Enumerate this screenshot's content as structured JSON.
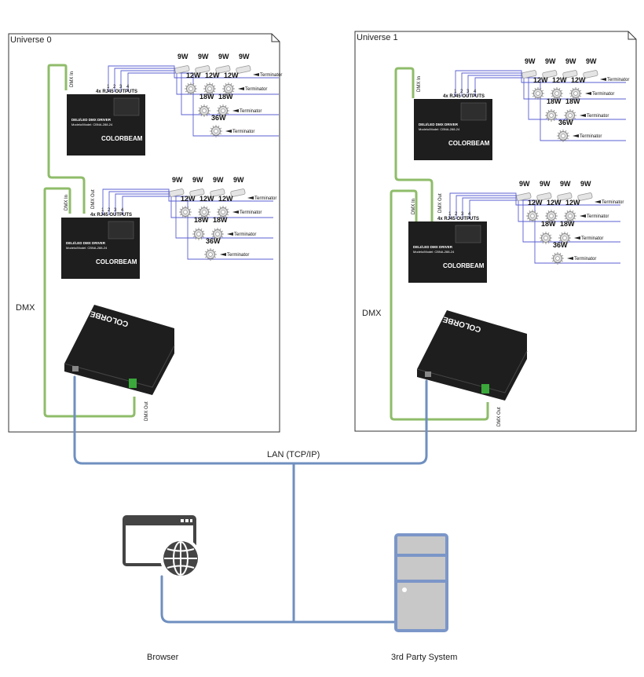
{
  "universes": [
    {
      "title": "Universe 0",
      "dmx_label": "DMX",
      "drivers": [
        {
          "dmx_in_label": "DMX In",
          "dmx_out_label": "",
          "outputs_label": "4x RJ45 OUTPUTS",
          "port_numbers": [
            "1",
            "2",
            "3",
            "4"
          ],
          "brand": "COLORBEAM",
          "model_title": "DELI/LED DMX DRIVER",
          "model_sub": "Modelo/Model: CBNA-288-24",
          "rows": [
            {
              "wattage": [
                "9W",
                "9W",
                "9W",
                "9W"
              ],
              "terminator": "Terminator"
            },
            {
              "wattage": [
                "12W",
                "12W",
                "12W"
              ],
              "terminator": "Terminator"
            },
            {
              "wattage": [
                "18W",
                "18W"
              ],
              "terminator": "Terminator"
            },
            {
              "wattage": [
                "36W"
              ],
              "terminator": "Terminator"
            }
          ]
        },
        {
          "dmx_in_label": "DMX In",
          "dmx_out_label": "DMX Out",
          "outputs_label": "4x RJ45 OUTPUTS",
          "port_numbers": [
            "1",
            "2",
            "3",
            "4"
          ],
          "brand": "COLORBEAM",
          "model_title": "DELI/LED DMX DRIVER",
          "model_sub": "Modelo/Model: CBNA-288-24",
          "rows": [
            {
              "wattage": [
                "9W",
                "9W",
                "9W",
                "9W"
              ],
              "terminator": "Terminator"
            },
            {
              "wattage": [
                "12W",
                "12W",
                "12W"
              ],
              "terminator": "Terminator"
            },
            {
              "wattage": [
                "18W",
                "18W"
              ],
              "terminator": "Terminator"
            },
            {
              "wattage": [
                "36W"
              ],
              "terminator": "Terminator"
            }
          ]
        }
      ],
      "processor": {
        "brand": "COLORBEAM",
        "dmx_out_label": "DMX Out"
      }
    },
    {
      "title": "Universe 1",
      "dmx_label": "DMX",
      "drivers": [
        {
          "dmx_in_label": "DMX In",
          "dmx_out_label": "",
          "outputs_label": "4x RJ45 OUTPUTS",
          "port_numbers": [
            "1",
            "2",
            "3",
            "4"
          ],
          "brand": "COLORBEAM",
          "model_title": "DELI/LED DMX DRIVER",
          "model_sub": "Modelo/Model: CBNA-288-24",
          "rows": [
            {
              "wattage": [
                "9W",
                "9W",
                "9W",
                "9W"
              ],
              "terminator": "Terminator"
            },
            {
              "wattage": [
                "12W",
                "12W",
                "12W"
              ],
              "terminator": "Terminator"
            },
            {
              "wattage": [
                "18W",
                "18W"
              ],
              "terminator": "Terminator"
            },
            {
              "wattage": [
                "36W"
              ],
              "terminator": "Terminator"
            }
          ]
        },
        {
          "dmx_in_label": "DMX In",
          "dmx_out_label": "DMX Out",
          "outputs_label": "4x RJ45 OUTPUTS",
          "port_numbers": [
            "1",
            "2",
            "3",
            "4"
          ],
          "brand": "COLORBEAM",
          "model_title": "DELI/LED DMX DRIVER",
          "model_sub": "Modelo/Model: CBNA-288-24",
          "rows": [
            {
              "wattage": [
                "9W",
                "9W",
                "9W",
                "9W"
              ],
              "terminator": "Terminator"
            },
            {
              "wattage": [
                "12W",
                "12W",
                "12W"
              ],
              "terminator": "Terminator"
            },
            {
              "wattage": [
                "18W",
                "18W"
              ],
              "terminator": "Terminator"
            },
            {
              "wattage": [
                "36W"
              ],
              "terminator": "Terminator"
            }
          ]
        }
      ],
      "processor": {
        "brand": "COLORBEAM",
        "dmx_out_label": "DMX Out"
      }
    }
  ],
  "network": {
    "label": "LAN  (TCP/IP)"
  },
  "clients": {
    "browser_label": "Browser",
    "third_party_label": "3rd Party System"
  },
  "colors": {
    "dmx_line": "#8fbc6a",
    "lan_line": "#6f8fbf",
    "rj45_line": "#5a5fd0",
    "device": "#1e1e1e"
  },
  "icons": {
    "browser": "browser-globe-icon",
    "server": "server-tower-icon"
  }
}
